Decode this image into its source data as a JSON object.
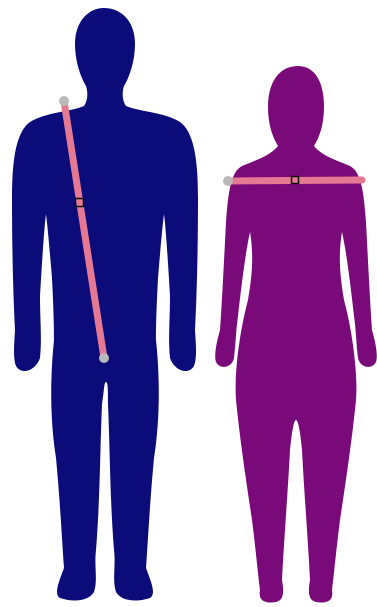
{
  "colors": {
    "background": "#ffffff",
    "male_figure": "#0b0b7a",
    "female_figure": "#7a0a79",
    "measure_line": "#e57993",
    "endpoint_handle": "#b9b9b9",
    "center_handle_border": "#111111"
  },
  "figures": [
    {
      "id": "male",
      "icon": "male-body-silhouette-icon",
      "measurement": {
        "icon": "diagonal-measure-line",
        "handles": [
          "endpoint-handle",
          "center-square-handle",
          "endpoint-handle"
        ]
      }
    },
    {
      "id": "female",
      "icon": "female-body-silhouette-icon",
      "measurement": {
        "icon": "shoulder-measure-line",
        "handles": [
          "endpoint-handle",
          "center-square-handle",
          "endpoint-handle"
        ]
      }
    }
  ]
}
